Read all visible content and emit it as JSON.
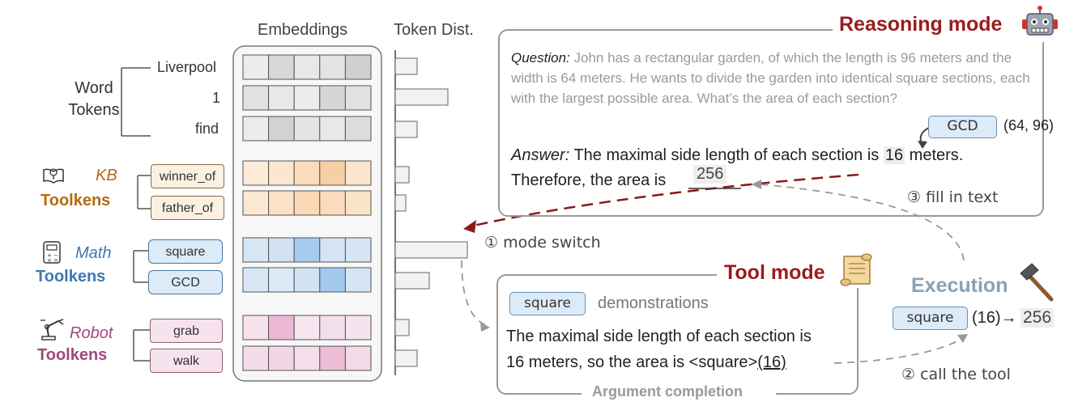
{
  "headers": {
    "embeddings": "Embeddings",
    "token_dist": "Token Dist."
  },
  "word_tokens": {
    "title": "Word\nTokens",
    "items": [
      "Liverpool",
      "1",
      "find"
    ]
  },
  "kb": {
    "title_top": "KB",
    "title_bottom": "Toolkens",
    "items": [
      "winner_of",
      "father_of"
    ],
    "color": "#b5690f"
  },
  "math": {
    "title_top": "Math",
    "title_bottom": "Toolkens",
    "items": [
      "square",
      "GCD"
    ],
    "color": "#3c78b4"
  },
  "robot": {
    "title_top": "Robot",
    "title_bottom": "Toolkens",
    "items": [
      "grab",
      "walk"
    ],
    "color": "#a04880"
  },
  "reasoning": {
    "title": "Reasoning mode",
    "question_label": "Question:",
    "question_text": " John has a rectangular garden, of which the length is 96 meters and the width is 64 meters. He wants to divide the garden into identical square sections, each with the largest possible area. What’s the area of each section?",
    "gcd_tag": "GCD",
    "gcd_args": "(64, 96)",
    "answer_label": "Answer:",
    "answer_line1_pre": " The maximal side length of each section is ",
    "answer_hl": "16",
    "answer_line1_post": " meters.",
    "answer_line2": "Therefore, the area is",
    "answer_fill": "256"
  },
  "arrows": {
    "mode_switch": "① mode switch",
    "fill_in": "③ fill in text",
    "call_tool": "② call the tool"
  },
  "tool": {
    "title": "Tool mode",
    "square_tag": "square",
    "demonstrations": "demonstrations",
    "line1": "The maximal side length of each section is",
    "line2_pre": "16 meters, so the area is <square>",
    "line2_arg": "(16)",
    "argument_completion": "Argument completion"
  },
  "execution": {
    "title": "Execution",
    "tag": "square",
    "call": "(16)→",
    "result": "256"
  }
}
